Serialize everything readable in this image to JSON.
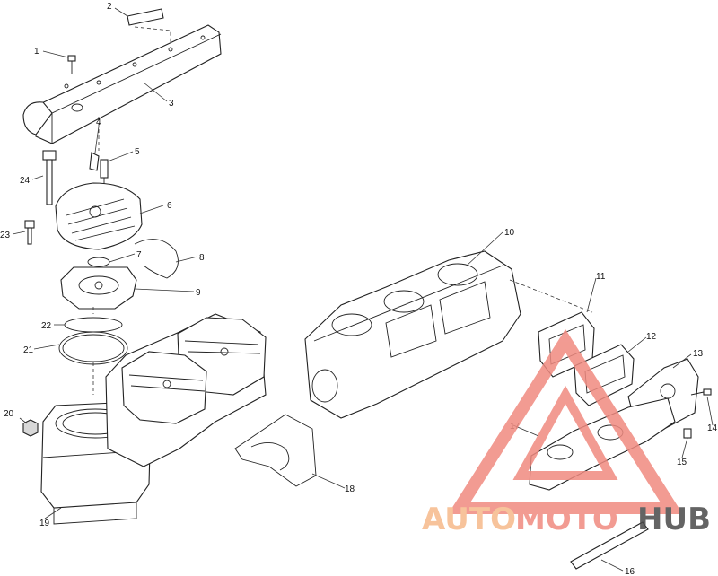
{
  "callouts": [
    {
      "id": "1",
      "text": "1"
    },
    {
      "id": "2",
      "text": "2"
    },
    {
      "id": "3",
      "text": "3"
    },
    {
      "id": "4",
      "text": "4"
    },
    {
      "id": "5",
      "text": "5"
    },
    {
      "id": "6",
      "text": "6"
    },
    {
      "id": "7",
      "text": "7"
    },
    {
      "id": "8",
      "text": "8"
    },
    {
      "id": "9",
      "text": "9"
    },
    {
      "id": "10",
      "text": "10"
    },
    {
      "id": "11",
      "text": "11"
    },
    {
      "id": "12",
      "text": "12"
    },
    {
      "id": "13",
      "text": "13"
    },
    {
      "id": "14",
      "text": "14"
    },
    {
      "id": "15",
      "text": "15"
    },
    {
      "id": "16",
      "text": "16"
    },
    {
      "id": "17",
      "text": "17"
    },
    {
      "id": "18",
      "text": "18"
    },
    {
      "id": "19",
      "text": "19"
    },
    {
      "id": "20",
      "text": "20"
    },
    {
      "id": "21",
      "text": "21"
    },
    {
      "id": "22",
      "text": "22"
    },
    {
      "id": "23",
      "text": "23"
    },
    {
      "id": "24",
      "text": "24"
    }
  ],
  "watermark": {
    "part1": "AUTO",
    "part2": "MOTO",
    "part3": "HUB",
    "color_primary": "#f08a80",
    "color_accent": "#f6b98a",
    "color_dark": "#4a4a4a"
  }
}
